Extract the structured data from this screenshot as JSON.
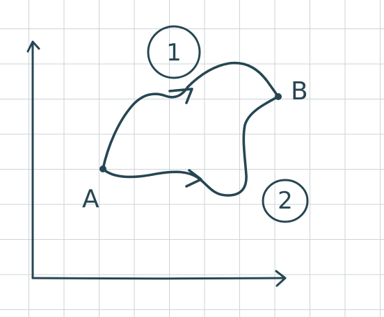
{
  "diagram": {
    "points": {
      "start_label": "A",
      "end_label": "B"
    },
    "paths": {
      "upper_label": "1",
      "lower_label": "2"
    },
    "colors": {
      "ink": "#264653",
      "grid": "#cdd3d6",
      "background": "#ffffff"
    }
  }
}
